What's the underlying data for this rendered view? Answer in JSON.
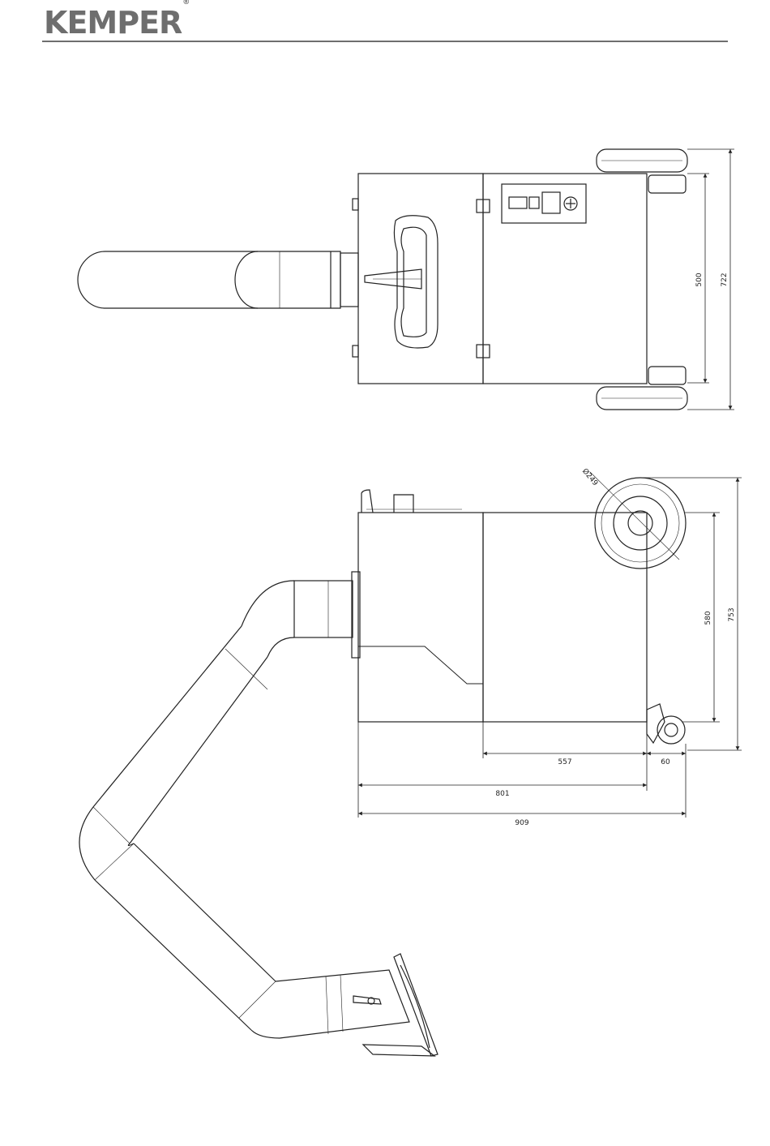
{
  "brand": {
    "name": "KEMPER",
    "mark": "®"
  },
  "top_view": {
    "dimensions": {
      "inner_width": "500",
      "outer_width": "722"
    }
  },
  "side_view": {
    "dimensions": {
      "wheel_diameter": "Ø249",
      "body_height": "580",
      "total_height": "753",
      "body_length": "557",
      "caster_offset": "60",
      "base_length": "801",
      "total_length": "909"
    }
  }
}
